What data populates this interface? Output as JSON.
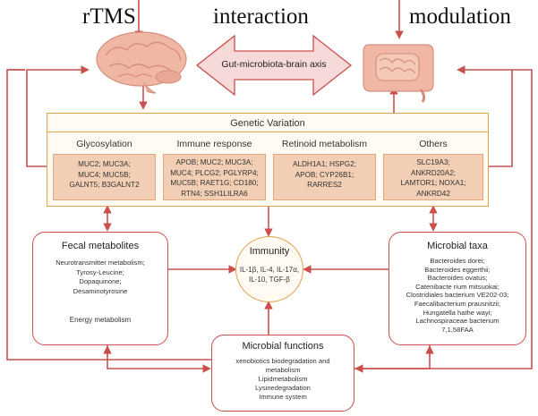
{
  "header": {
    "rtms": "rTMS",
    "interaction": "interaction",
    "modulation": "modulation",
    "axis_label": "Gut-microbiota-brain axis"
  },
  "genetic_variation": {
    "title": "Genetic Variation",
    "columns": [
      {
        "title": "Glycosylation",
        "lines": [
          "MUC2;  MUC3A;",
          "MUC4;  MUC5B;",
          "GALNT5;  B3GALNT2"
        ]
      },
      {
        "title": "Immune response",
        "lines": [
          "APOB;  MUC2;  MUC3A;",
          "MUC4;  PLCG2;  PGLYRP4;",
          "MUC5B;  RAET1G;  CD180;",
          "RTN4;  SSH1LILRA6"
        ]
      },
      {
        "title": "Retinoid metabolism",
        "lines": [
          "ALDH1A1;  HSPG2;",
          "APOB;  CYP26B1;",
          "RARRES2"
        ]
      },
      {
        "title": "Others",
        "lines": [
          "SLC19A3;",
          "ANKRD20A2;",
          "LAMTOR1;  NOXA1;",
          "ANKRD42"
        ]
      }
    ]
  },
  "fecal_metabolites": {
    "title": "Fecal metabolites",
    "lines": [
      "Neurotransmitter metabolism;",
      "Tyrosy-Leucine;",
      "Dopaquinone;",
      "Desaminotyrosine"
    ],
    "energy": "Energy metabolism"
  },
  "immunity": {
    "title": "Immunity",
    "line1": "IL-1β,  IL-4,  IL-17α,",
    "line2": "IL-10,  TGF-β"
  },
  "microbial_taxa": {
    "title": "Microbial taxa",
    "lines": [
      "Bacteroides dorei;",
      "Bacteroides eggerthii;",
      "Bacteroides ovatus;",
      "Catenibacte rium mitsuokai;",
      "Clostridiales bacterium VE202-03;",
      "Faecalibacterium prausnitzii;",
      "Hungatella hathe wayi;",
      "Lachnospiraceae bacterium",
      "7,1,58FAA"
    ]
  },
  "microbial_functions": {
    "title": "Microbial functions",
    "lines": [
      "xenobiotics biodegradation and",
      "metabolism",
      "Lipidmetabolism",
      "Lysinedegradation",
      "Immune system"
    ]
  },
  "colors": {
    "red_line": "#c9504d",
    "orange_border": "#e3a04d",
    "gene_fill": "#f2cfb4",
    "axis_arrow_fill": "#f6d9d9"
  },
  "icons": [
    "brain-icon",
    "intestine-icon"
  ]
}
